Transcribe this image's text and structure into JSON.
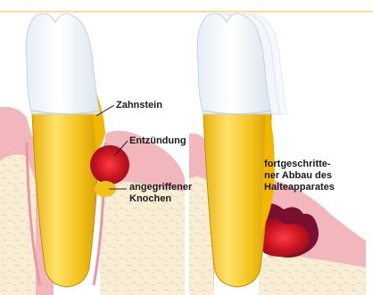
{
  "labels": {
    "tartar": "Zahnstein",
    "inflammation": "Entzündung",
    "bone_line1": "angegriffener",
    "bone_line2": "Knochen",
    "advanced_line1": "fortgeschritte-",
    "advanced_line2": "ner Abbau des",
    "advanced_line3": "Halteapparates"
  },
  "colors": {
    "gum": "#f1b7bd",
    "gum_edge": "#d98f99",
    "bone": "#f7ecd2",
    "root": "#f0c21a",
    "tartar": "#f4b700",
    "inflammation": "#d21a2a",
    "advanced_dark": "#7a1030",
    "crown": "#ffffff",
    "frame_border": "#f2d27a"
  }
}
